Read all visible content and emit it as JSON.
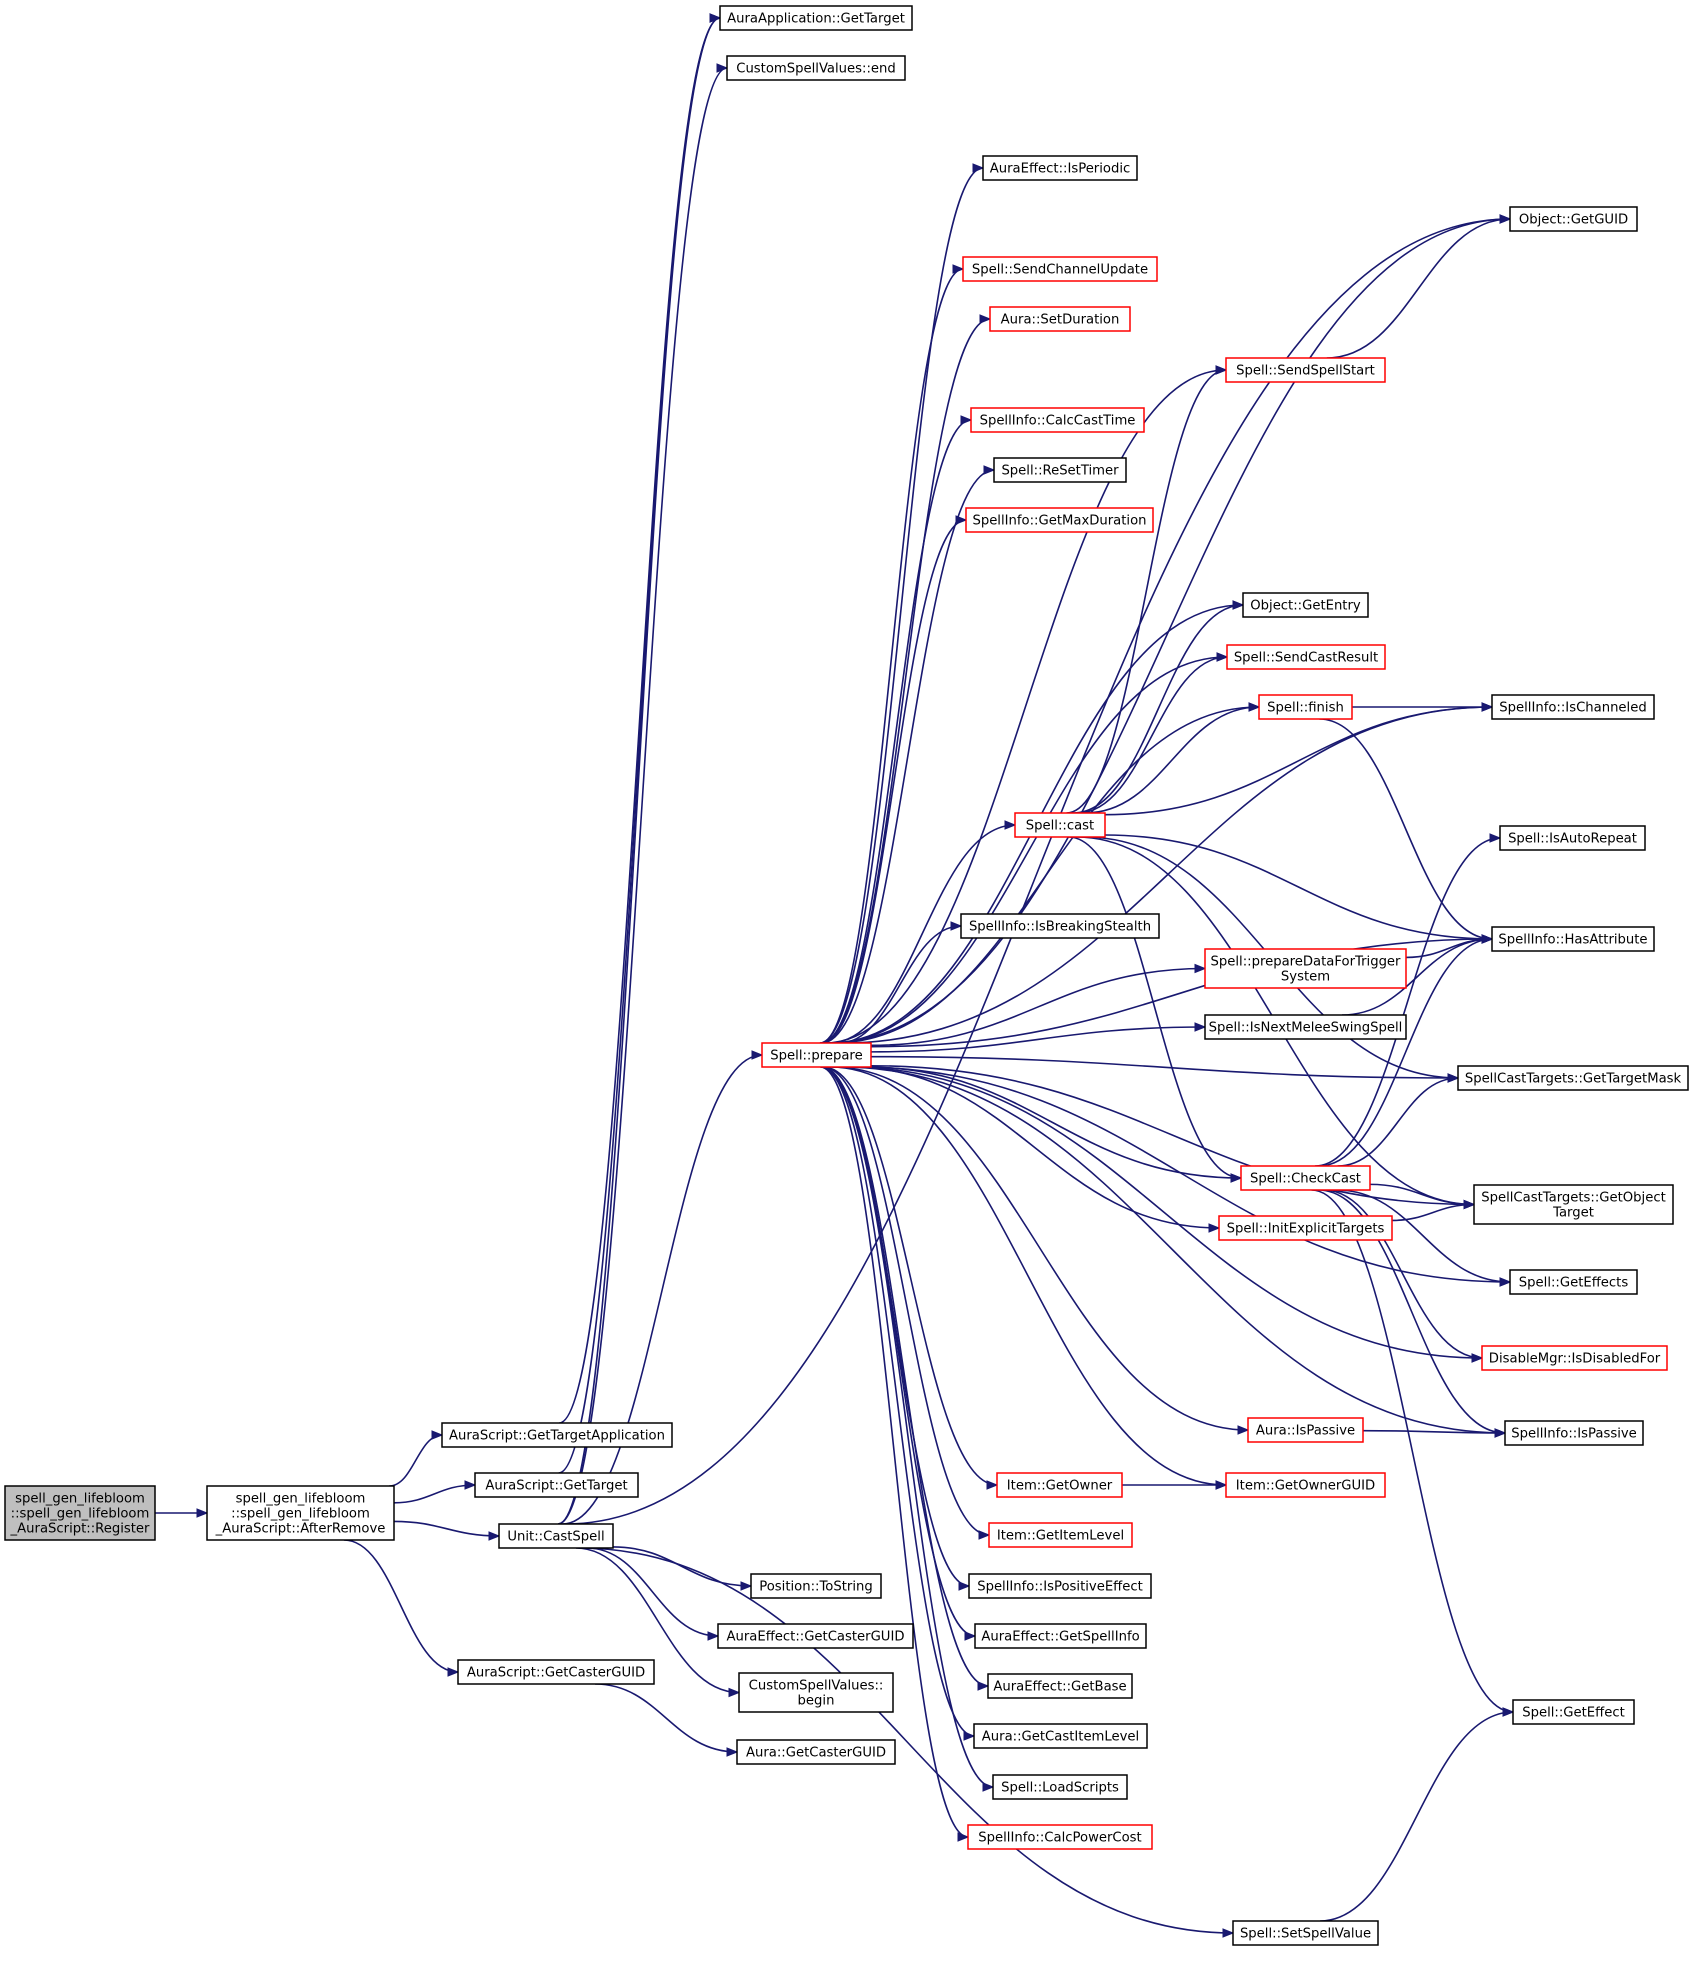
{
  "colors": {
    "edge": "#191970",
    "node_border_default": "#000000",
    "node_border_truncated": "#ff0000",
    "root_fill": "#bfbfbf",
    "node_fill": "#ffffff"
  },
  "nodes": [
    {
      "id": "root",
      "lines": [
        "spell_gen_lifebloom",
        "::spell_gen_lifebloom",
        "_AuraScript::Register"
      ],
      "border": "black",
      "root": true
    },
    {
      "id": "afterremove",
      "lines": [
        "spell_gen_lifebloom",
        "::spell_gen_lifebloom",
        "_AuraScript::AfterRemove"
      ],
      "border": "black"
    },
    {
      "id": "gettargetapp",
      "lines": [
        "AuraScript::GetTargetApplication"
      ],
      "border": "black"
    },
    {
      "id": "gettarget_as",
      "lines": [
        "AuraScript::GetTarget"
      ],
      "border": "black"
    },
    {
      "id": "castspell",
      "lines": [
        "Unit::CastSpell"
      ],
      "border": "black"
    },
    {
      "id": "getcasterguid_as",
      "lines": [
        "AuraScript::GetCasterGUID"
      ],
      "border": "black"
    },
    {
      "id": "auraapp_gettarget",
      "lines": [
        "AuraApplication::GetTarget"
      ],
      "border": "black"
    },
    {
      "id": "csv_end",
      "lines": [
        "CustomSpellValues::end"
      ],
      "border": "black"
    },
    {
      "id": "prepare",
      "lines": [
        "Spell::prepare"
      ],
      "border": "red"
    },
    {
      "id": "tostring",
      "lines": [
        "Position::ToString"
      ],
      "border": "black"
    },
    {
      "id": "ae_getcasterguid",
      "lines": [
        "AuraEffect::GetCasterGUID"
      ],
      "border": "black"
    },
    {
      "id": "csv_begin",
      "lines": [
        "CustomSpellValues::",
        "begin"
      ],
      "border": "black"
    },
    {
      "id": "aura_getcasterguid",
      "lines": [
        "Aura::GetCasterGUID"
      ],
      "border": "black"
    },
    {
      "id": "ae_isperiodic",
      "lines": [
        "AuraEffect::IsPeriodic"
      ],
      "border": "black"
    },
    {
      "id": "sendchannelupdate",
      "lines": [
        "Spell::SendChannelUpdate"
      ],
      "border": "red"
    },
    {
      "id": "setduration",
      "lines": [
        "Aura::SetDuration"
      ],
      "border": "red"
    },
    {
      "id": "calccasttime",
      "lines": [
        "SpellInfo::CalcCastTime"
      ],
      "border": "red"
    },
    {
      "id": "resettimer",
      "lines": [
        "Spell::ReSetTimer"
      ],
      "border": "black"
    },
    {
      "id": "getmaxduration",
      "lines": [
        "SpellInfo::GetMaxDuration"
      ],
      "border": "red"
    },
    {
      "id": "cast",
      "lines": [
        "Spell::cast"
      ],
      "border": "red"
    },
    {
      "id": "isbreakingstealth",
      "lines": [
        "SpellInfo::IsBreakingStealth"
      ],
      "border": "black"
    },
    {
      "id": "item_getowner",
      "lines": [
        "Item::GetOwner"
      ],
      "border": "red"
    },
    {
      "id": "getitemlevel",
      "lines": [
        "Item::GetItemLevel"
      ],
      "border": "red"
    },
    {
      "id": "ispositiveeffect",
      "lines": [
        "SpellInfo::IsPositiveEffect"
      ],
      "border": "black"
    },
    {
      "id": "ae_getspellinfo",
      "lines": [
        "AuraEffect::GetSpellInfo"
      ],
      "border": "black"
    },
    {
      "id": "ae_getbase",
      "lines": [
        "AuraEffect::GetBase"
      ],
      "border": "black"
    },
    {
      "id": "getcastitemlevel",
      "lines": [
        "Aura::GetCastItemLevel"
      ],
      "border": "black"
    },
    {
      "id": "loadscripts",
      "lines": [
        "Spell::LoadScripts"
      ],
      "border": "black"
    },
    {
      "id": "calcpowercost",
      "lines": [
        "SpellInfo::CalcPowerCost"
      ],
      "border": "red"
    },
    {
      "id": "sendspellstart",
      "lines": [
        "Spell::SendSpellStart"
      ],
      "border": "red"
    },
    {
      "id": "getentry",
      "lines": [
        "Object::GetEntry"
      ],
      "border": "black"
    },
    {
      "id": "sendcastresult",
      "lines": [
        "Spell::SendCastResult"
      ],
      "border": "red"
    },
    {
      "id": "finish",
      "lines": [
        "Spell::finish"
      ],
      "border": "red"
    },
    {
      "id": "preparedata",
      "lines": [
        "Spell::prepareDataForTrigger",
        "System"
      ],
      "border": "red"
    },
    {
      "id": "isnextmelee",
      "lines": [
        "Spell::IsNextMeleeSwingSpell"
      ],
      "border": "black"
    },
    {
      "id": "checkcast",
      "lines": [
        "Spell::CheckCast"
      ],
      "border": "red"
    },
    {
      "id": "initexplicit",
      "lines": [
        "Spell::InitExplicitTargets"
      ],
      "border": "red"
    },
    {
      "id": "aura_ispassive",
      "lines": [
        "Aura::IsPassive"
      ],
      "border": "red"
    },
    {
      "id": "getownerguid",
      "lines": [
        "Item::GetOwnerGUID"
      ],
      "border": "red"
    },
    {
      "id": "setspellvalue",
      "lines": [
        "Spell::SetSpellValue"
      ],
      "border": "black"
    },
    {
      "id": "getguid",
      "lines": [
        "Object::GetGUID"
      ],
      "border": "black"
    },
    {
      "id": "ischanneled",
      "lines": [
        "SpellInfo::IsChanneled"
      ],
      "border": "black"
    },
    {
      "id": "isautorepeat",
      "lines": [
        "Spell::IsAutoRepeat"
      ],
      "border": "black"
    },
    {
      "id": "hasattribute",
      "lines": [
        "SpellInfo::HasAttribute"
      ],
      "border": "black"
    },
    {
      "id": "gettargetmask",
      "lines": [
        "SpellCastTargets::GetTargetMask"
      ],
      "border": "black"
    },
    {
      "id": "getobjecttarget",
      "lines": [
        "SpellCastTargets::GetObject",
        "Target"
      ],
      "border": "black"
    },
    {
      "id": "geteffects",
      "lines": [
        "Spell::GetEffects"
      ],
      "border": "black"
    },
    {
      "id": "isdisabledfor",
      "lines": [
        "DisableMgr::IsDisabledFor"
      ],
      "border": "red"
    },
    {
      "id": "si_ispassive",
      "lines": [
        "SpellInfo::IsPassive"
      ],
      "border": "black"
    },
    {
      "id": "geteffect",
      "lines": [
        "Spell::GetEffect"
      ],
      "border": "black"
    }
  ],
  "edges": [
    [
      "root",
      "afterremove"
    ],
    [
      "afterremove",
      "gettargetapp"
    ],
    [
      "afterremove",
      "gettarget_as"
    ],
    [
      "afterremove",
      "castspell"
    ],
    [
      "afterremove",
      "getcasterguid_as"
    ],
    [
      "gettargetapp",
      "auraapp_gettarget"
    ],
    [
      "gettarget_as",
      "auraapp_gettarget"
    ],
    [
      "castspell",
      "auraapp_gettarget"
    ],
    [
      "castspell",
      "csv_end"
    ],
    [
      "castspell",
      "getguid"
    ],
    [
      "castspell",
      "prepare"
    ],
    [
      "castspell",
      "tostring"
    ],
    [
      "castspell",
      "ae_getcasterguid"
    ],
    [
      "castspell",
      "csv_begin"
    ],
    [
      "castspell",
      "setspellvalue"
    ],
    [
      "getcasterguid_as",
      "aura_getcasterguid"
    ],
    [
      "prepare",
      "ae_isperiodic"
    ],
    [
      "prepare",
      "getguid"
    ],
    [
      "prepare",
      "sendchannelupdate"
    ],
    [
      "prepare",
      "setduration"
    ],
    [
      "prepare",
      "sendspellstart"
    ],
    [
      "prepare",
      "calccasttime"
    ],
    [
      "prepare",
      "resettimer"
    ],
    [
      "prepare",
      "getmaxduration"
    ],
    [
      "prepare",
      "ischanneled"
    ],
    [
      "prepare",
      "getentry"
    ],
    [
      "prepare",
      "sendcastresult"
    ],
    [
      "prepare",
      "finish"
    ],
    [
      "prepare",
      "cast"
    ],
    [
      "prepare",
      "hasattribute"
    ],
    [
      "prepare",
      "isbreakingstealth"
    ],
    [
      "prepare",
      "preparedata"
    ],
    [
      "prepare",
      "isnextmelee"
    ],
    [
      "prepare",
      "gettargetmask"
    ],
    [
      "prepare",
      "checkcast"
    ],
    [
      "prepare",
      "initexplicit"
    ],
    [
      "prepare",
      "getobjecttarget"
    ],
    [
      "prepare",
      "geteffects"
    ],
    [
      "prepare",
      "isdisabledfor"
    ],
    [
      "prepare",
      "aura_ispassive"
    ],
    [
      "prepare",
      "getownerguid"
    ],
    [
      "prepare",
      "item_getowner"
    ],
    [
      "prepare",
      "getitemlevel"
    ],
    [
      "prepare",
      "ispositiveeffect"
    ],
    [
      "prepare",
      "ae_getspellinfo"
    ],
    [
      "prepare",
      "ae_getbase"
    ],
    [
      "prepare",
      "getcastitemlevel"
    ],
    [
      "prepare",
      "loadscripts"
    ],
    [
      "prepare",
      "calcpowercost"
    ],
    [
      "prepare",
      "si_ispassive"
    ],
    [
      "cast",
      "sendspellstart"
    ],
    [
      "cast",
      "getentry"
    ],
    [
      "cast",
      "sendcastresult"
    ],
    [
      "cast",
      "finish"
    ],
    [
      "cast",
      "ischanneled"
    ],
    [
      "cast",
      "hasattribute"
    ],
    [
      "cast",
      "gettargetmask"
    ],
    [
      "cast",
      "checkcast"
    ],
    [
      "cast",
      "getobjecttarget"
    ],
    [
      "sendspellstart",
      "getguid"
    ],
    [
      "finish",
      "ischanneled"
    ],
    [
      "finish",
      "hasattribute"
    ],
    [
      "preparedata",
      "hasattribute"
    ],
    [
      "isnextmelee",
      "hasattribute"
    ],
    [
      "checkcast",
      "isautorepeat"
    ],
    [
      "checkcast",
      "hasattribute"
    ],
    [
      "checkcast",
      "gettargetmask"
    ],
    [
      "checkcast",
      "getobjecttarget"
    ],
    [
      "checkcast",
      "geteffects"
    ],
    [
      "checkcast",
      "isdisabledfor"
    ],
    [
      "checkcast",
      "si_ispassive"
    ],
    [
      "checkcast",
      "geteffect"
    ],
    [
      "initexplicit",
      "getobjecttarget"
    ],
    [
      "aura_ispassive",
      "si_ispassive"
    ],
    [
      "item_getowner",
      "getownerguid"
    ],
    [
      "setspellvalue",
      "geteffect"
    ]
  ]
}
